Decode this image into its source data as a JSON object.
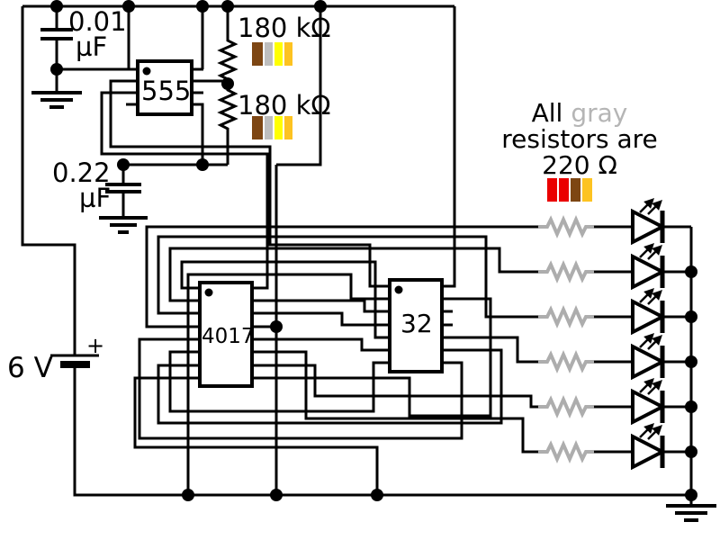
{
  "schematic": {
    "ic_timer": {
      "label": "555"
    },
    "ic_counter": {
      "label": "4017"
    },
    "ic_orgate": {
      "label": "32"
    },
    "cap1": {
      "value": "0.01",
      "unit": "µF"
    },
    "cap2": {
      "value": "0.22",
      "unit": "µF"
    },
    "r1": {
      "label": "180 kΩ"
    },
    "r2": {
      "label": "180 kΩ"
    },
    "battery": {
      "label": "6 V",
      "plus": "+"
    },
    "note": {
      "word1": "All",
      "word2": "gray",
      "line2": "resistors are",
      "line3": "220 Ω"
    }
  },
  "colors": {
    "wire": "#000000",
    "band_brown": "#7d4613",
    "band_gray": "#bebebe",
    "band_yellow": "#ffff00",
    "band_gold": "#fdc321",
    "band_red": "#ea0000",
    "gray_resistor": "#adadad",
    "gray_text": "#b5b5b5"
  }
}
